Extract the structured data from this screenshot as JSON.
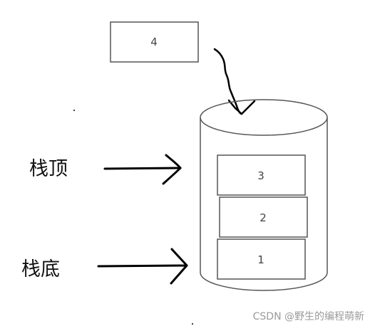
{
  "incoming_box": {
    "label": "4"
  },
  "stack_boxes": [
    {
      "label": "3"
    },
    {
      "label": "2"
    },
    {
      "label": "1"
    }
  ],
  "labels": {
    "stack_top": "栈顶",
    "stack_bottom": "栈底"
  },
  "watermark": "CSDN @野生的编程萌新",
  "colors": {
    "box_stroke": "#555555",
    "pen": "#000000",
    "background": "#ffffff"
  }
}
